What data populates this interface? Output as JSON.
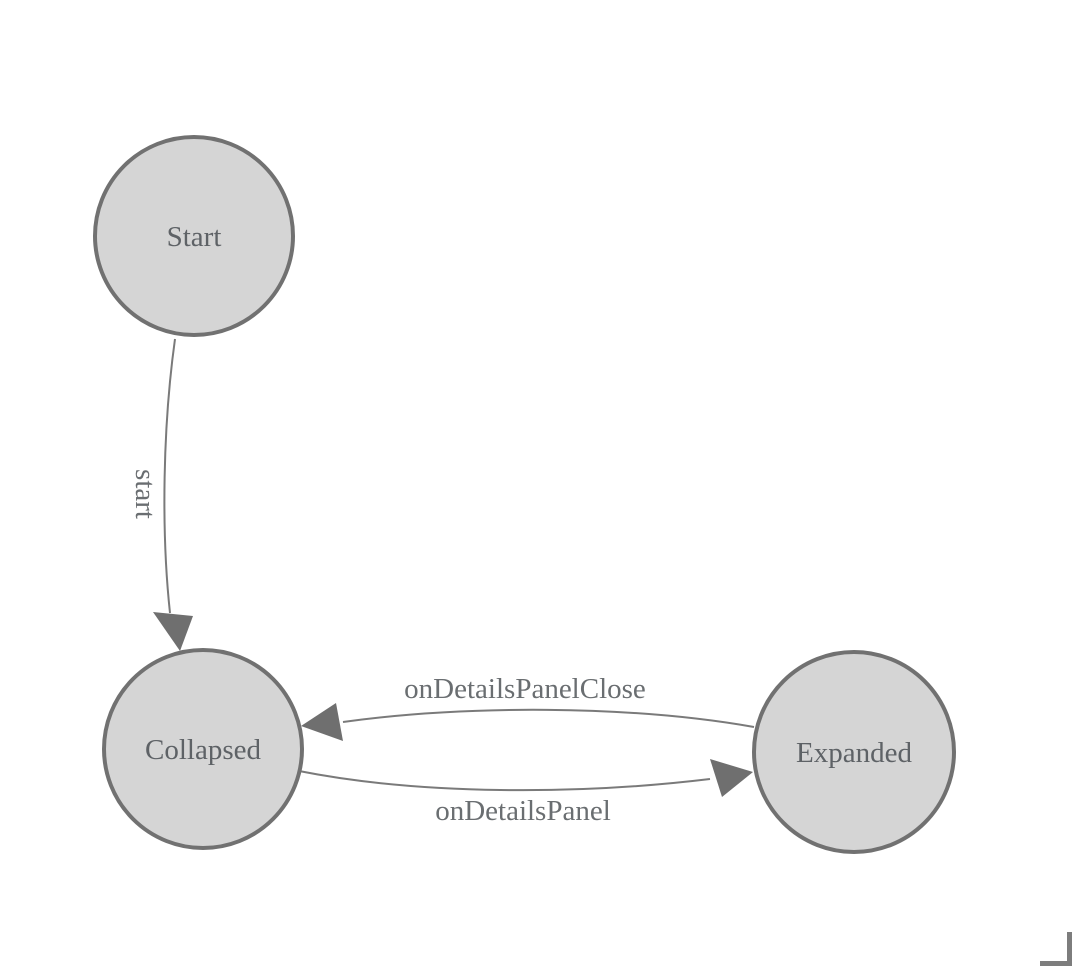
{
  "page": {
    "background": "#ffffff"
  },
  "diagram": {
    "kind": "state-machine-graph",
    "colors": {
      "node_fill": "#d5d5d5",
      "node_border": "#717171",
      "edge_line": "#7a7a7a",
      "arrowhead": "#6f6f6f",
      "node_label": "#5e6266",
      "edge_label": "#6a6e71",
      "corner_mark": "#7d7d7d"
    },
    "nodes": [
      {
        "id": "start",
        "label": "Start"
      },
      {
        "id": "collapsed",
        "label": "Collapsed"
      },
      {
        "id": "expanded",
        "label": "Expanded"
      }
    ],
    "edges": [
      {
        "from": "start",
        "to": "collapsed",
        "label": "start"
      },
      {
        "from": "expanded",
        "to": "collapsed",
        "label": "onDetailsPanelClose"
      },
      {
        "from": "collapsed",
        "to": "expanded",
        "label": "onDetailsPanel"
      }
    ]
  }
}
